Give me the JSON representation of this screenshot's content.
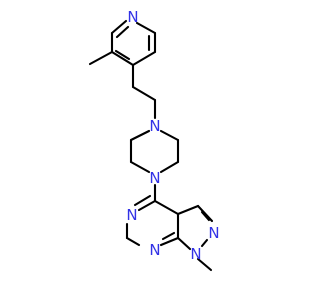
{
  "molecule": {
    "colors": {
      "bond": "#000000",
      "nitrogen": "#3232e6"
    },
    "atom_labels": [
      "N",
      "N",
      "N",
      "N",
      "N",
      "N",
      "N"
    ]
  }
}
